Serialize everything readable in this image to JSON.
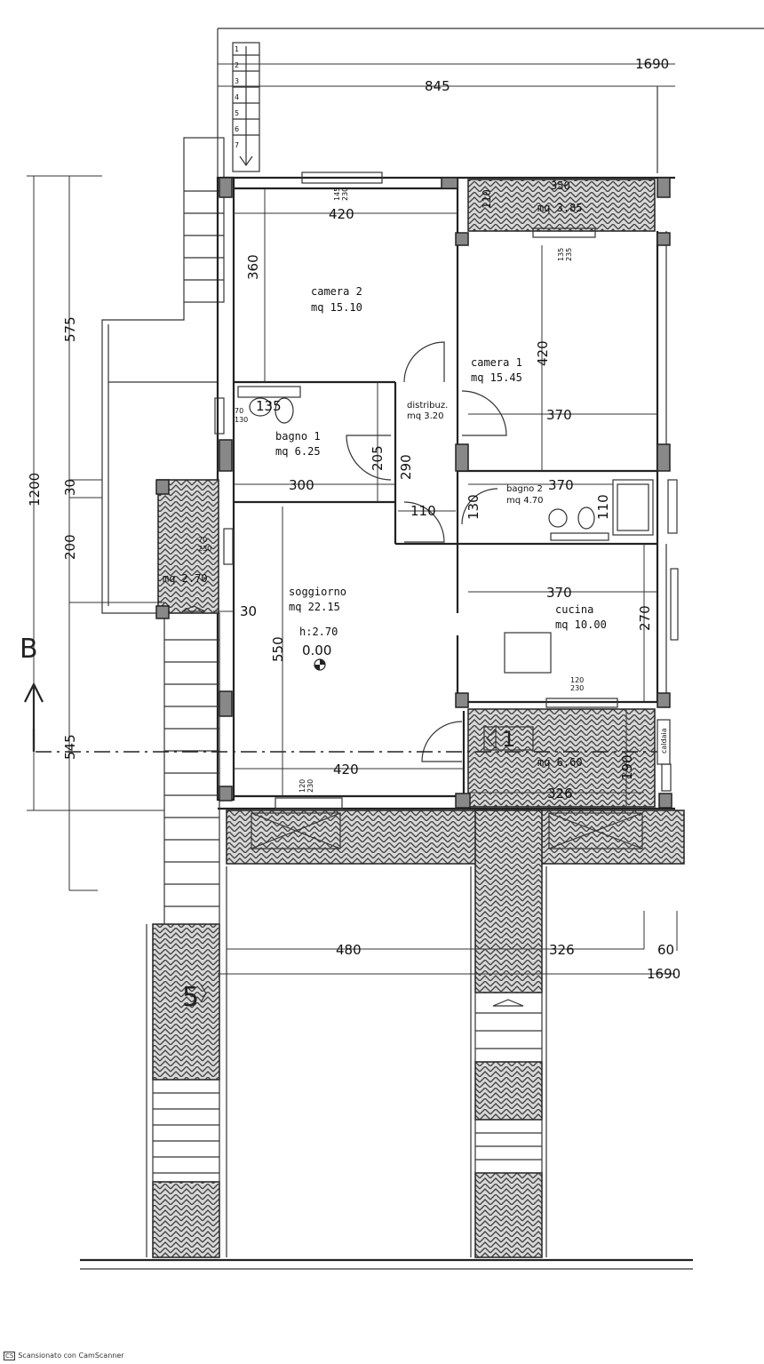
{
  "rooms": {
    "camera2": {
      "name": "camera 2",
      "area": "mq 15.10"
    },
    "camera1": {
      "name": "camera 1",
      "area": "mq 15.45"
    },
    "bagno1": {
      "name": "bagno 1",
      "area": "mq 6.25"
    },
    "distribuz": {
      "name": "distribuz.",
      "area": "mq 3.20"
    },
    "bagno2": {
      "name": "bagno 2",
      "area": "mq 4.70"
    },
    "soggiorno": {
      "name": "soggiorno",
      "area": "mq 22.15",
      "height": "h:2.70",
      "level": "0.00"
    },
    "cucina": {
      "name": "cucina",
      "area": "mq 10.00"
    },
    "terrace_top": {
      "area": "mq 3.85",
      "width": "350",
      "depth": "110"
    },
    "terrace_left": {
      "area": "mq 2.70"
    },
    "terrace_bottom": {
      "area": "mq 6.60"
    },
    "caldaia": "caldaia"
  },
  "dims": {
    "d1690_top": "1690",
    "d845": "845",
    "d420_cam2": "420",
    "d360": "360",
    "d420_cam1": "420",
    "d370_cam1": "370",
    "d135": "135",
    "d205": "205",
    "d290": "290",
    "d300": "300",
    "d110_dist": "110",
    "d130": "130",
    "d370_bagno2": "370",
    "d110_bagno2": "110",
    "d370_cuc": "370",
    "d270": "270",
    "d30_right": "30",
    "d550": "550",
    "d420_sog": "420",
    "d326_terr": "326",
    "d190": "190",
    "d480": "480",
    "d326_bot": "326",
    "d60": "60",
    "d1690_bot": "1690",
    "d1200": "1200",
    "d575": "575",
    "d30_left": "30",
    "d200": "200",
    "d545": "545"
  },
  "windows": {
    "w1": [
      "145",
      "230"
    ],
    "w2": [
      "135",
      "235"
    ],
    "w3": [
      "70",
      "130"
    ],
    "w4": [
      "70",
      "230"
    ],
    "w5": [
      "120",
      "230"
    ],
    "w6": [
      "120",
      "230"
    ]
  },
  "stairs_numbers": [
    "1",
    "2",
    "3",
    "4",
    "5",
    "6",
    "7"
  ],
  "labels": {
    "section": "B",
    "stair1": "1",
    "stair5": "5"
  },
  "footer": {
    "badge": "CS",
    "text": "Scansionato con CamScanner"
  }
}
